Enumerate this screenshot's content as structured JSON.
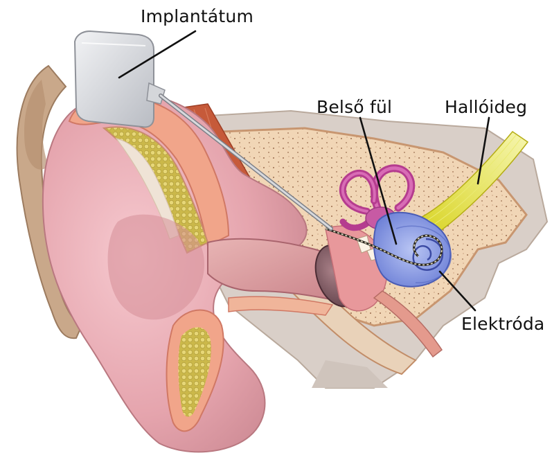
{
  "diagram": {
    "labels": {
      "implant": "Implantátum",
      "inner_ear": "Belső fül",
      "auditory_nerve": "Hallóideg",
      "electrode": "Elektróda"
    }
  }
}
